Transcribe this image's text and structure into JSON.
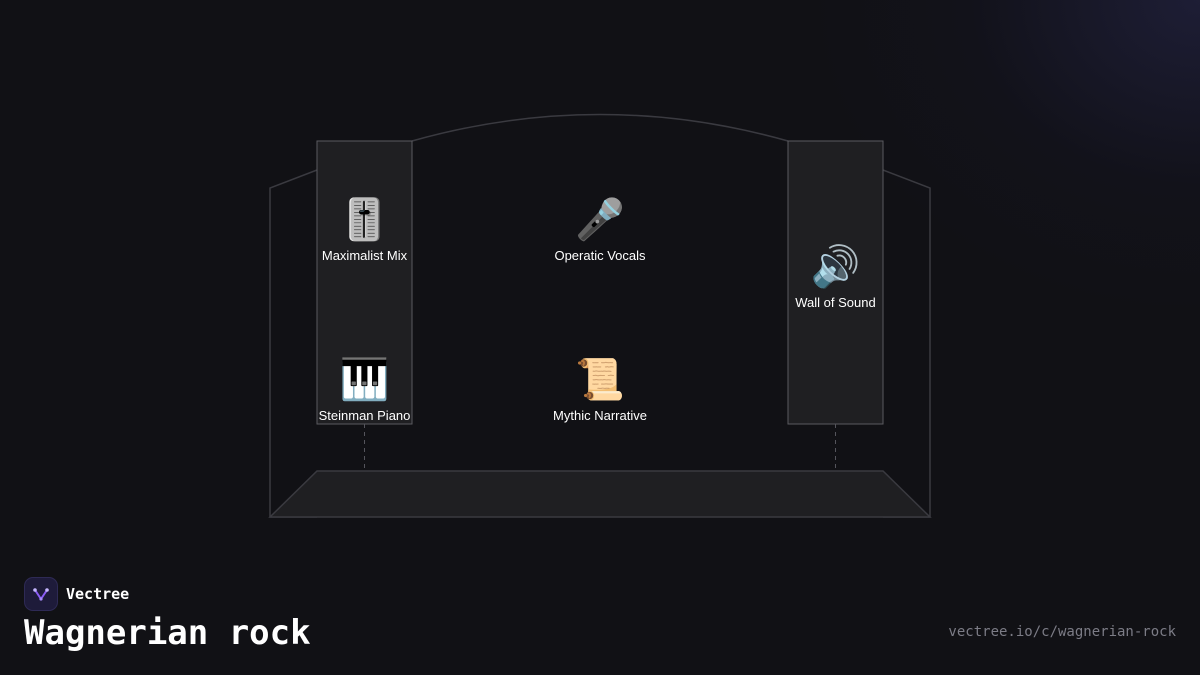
{
  "brand": {
    "name": "Vectree",
    "logo_icon": "vectree-logo-icon",
    "accent": "#8b5cf6"
  },
  "page": {
    "title": "Wagnerian rock",
    "url": "vectree.io/c/wagnerian-rock"
  },
  "stage": {
    "left_wing": [
      {
        "emoji": "🎚️",
        "icon": "level-slider-icon",
        "label": "Maximalist Mix"
      },
      {
        "emoji": "🎹",
        "icon": "piano-keyboard-icon",
        "label": "Steinman Piano"
      }
    ],
    "center": [
      {
        "emoji": "🎤",
        "icon": "microphone-icon",
        "label": "Operatic Vocals"
      },
      {
        "emoji": "📜",
        "icon": "scroll-icon",
        "label": "Mythic Narrative"
      }
    ],
    "right_wing": [
      {
        "emoji": "🔊",
        "icon": "speaker-icon",
        "label": "Wall of Sound"
      }
    ]
  }
}
